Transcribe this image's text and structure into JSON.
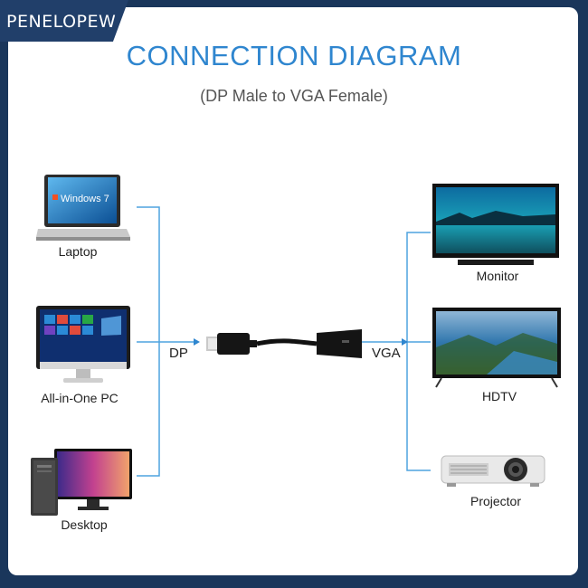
{
  "brand": "PENELOPEW",
  "title": "CONNECTION DIAGRAM",
  "subtitle": "(DP Male to VGA Female)",
  "inputs": [
    {
      "label": "Laptop",
      "screen_text": "Windows 7",
      "icon": "laptop-icon"
    },
    {
      "label": "All-in-One PC",
      "icon": "all-in-one-pc-icon"
    },
    {
      "label": "Desktop",
      "icon": "desktop-icon"
    }
  ],
  "outputs": [
    {
      "label": "Monitor",
      "icon": "monitor-icon"
    },
    {
      "label": "HDTV",
      "icon": "hdtv-icon"
    },
    {
      "label": "Projector",
      "icon": "projector-icon"
    }
  ],
  "connector_left": "DP",
  "connector_right": "VGA",
  "colors": {
    "accent": "#2f86cf",
    "frame": "#1a365b",
    "line": "#4fa3df"
  }
}
